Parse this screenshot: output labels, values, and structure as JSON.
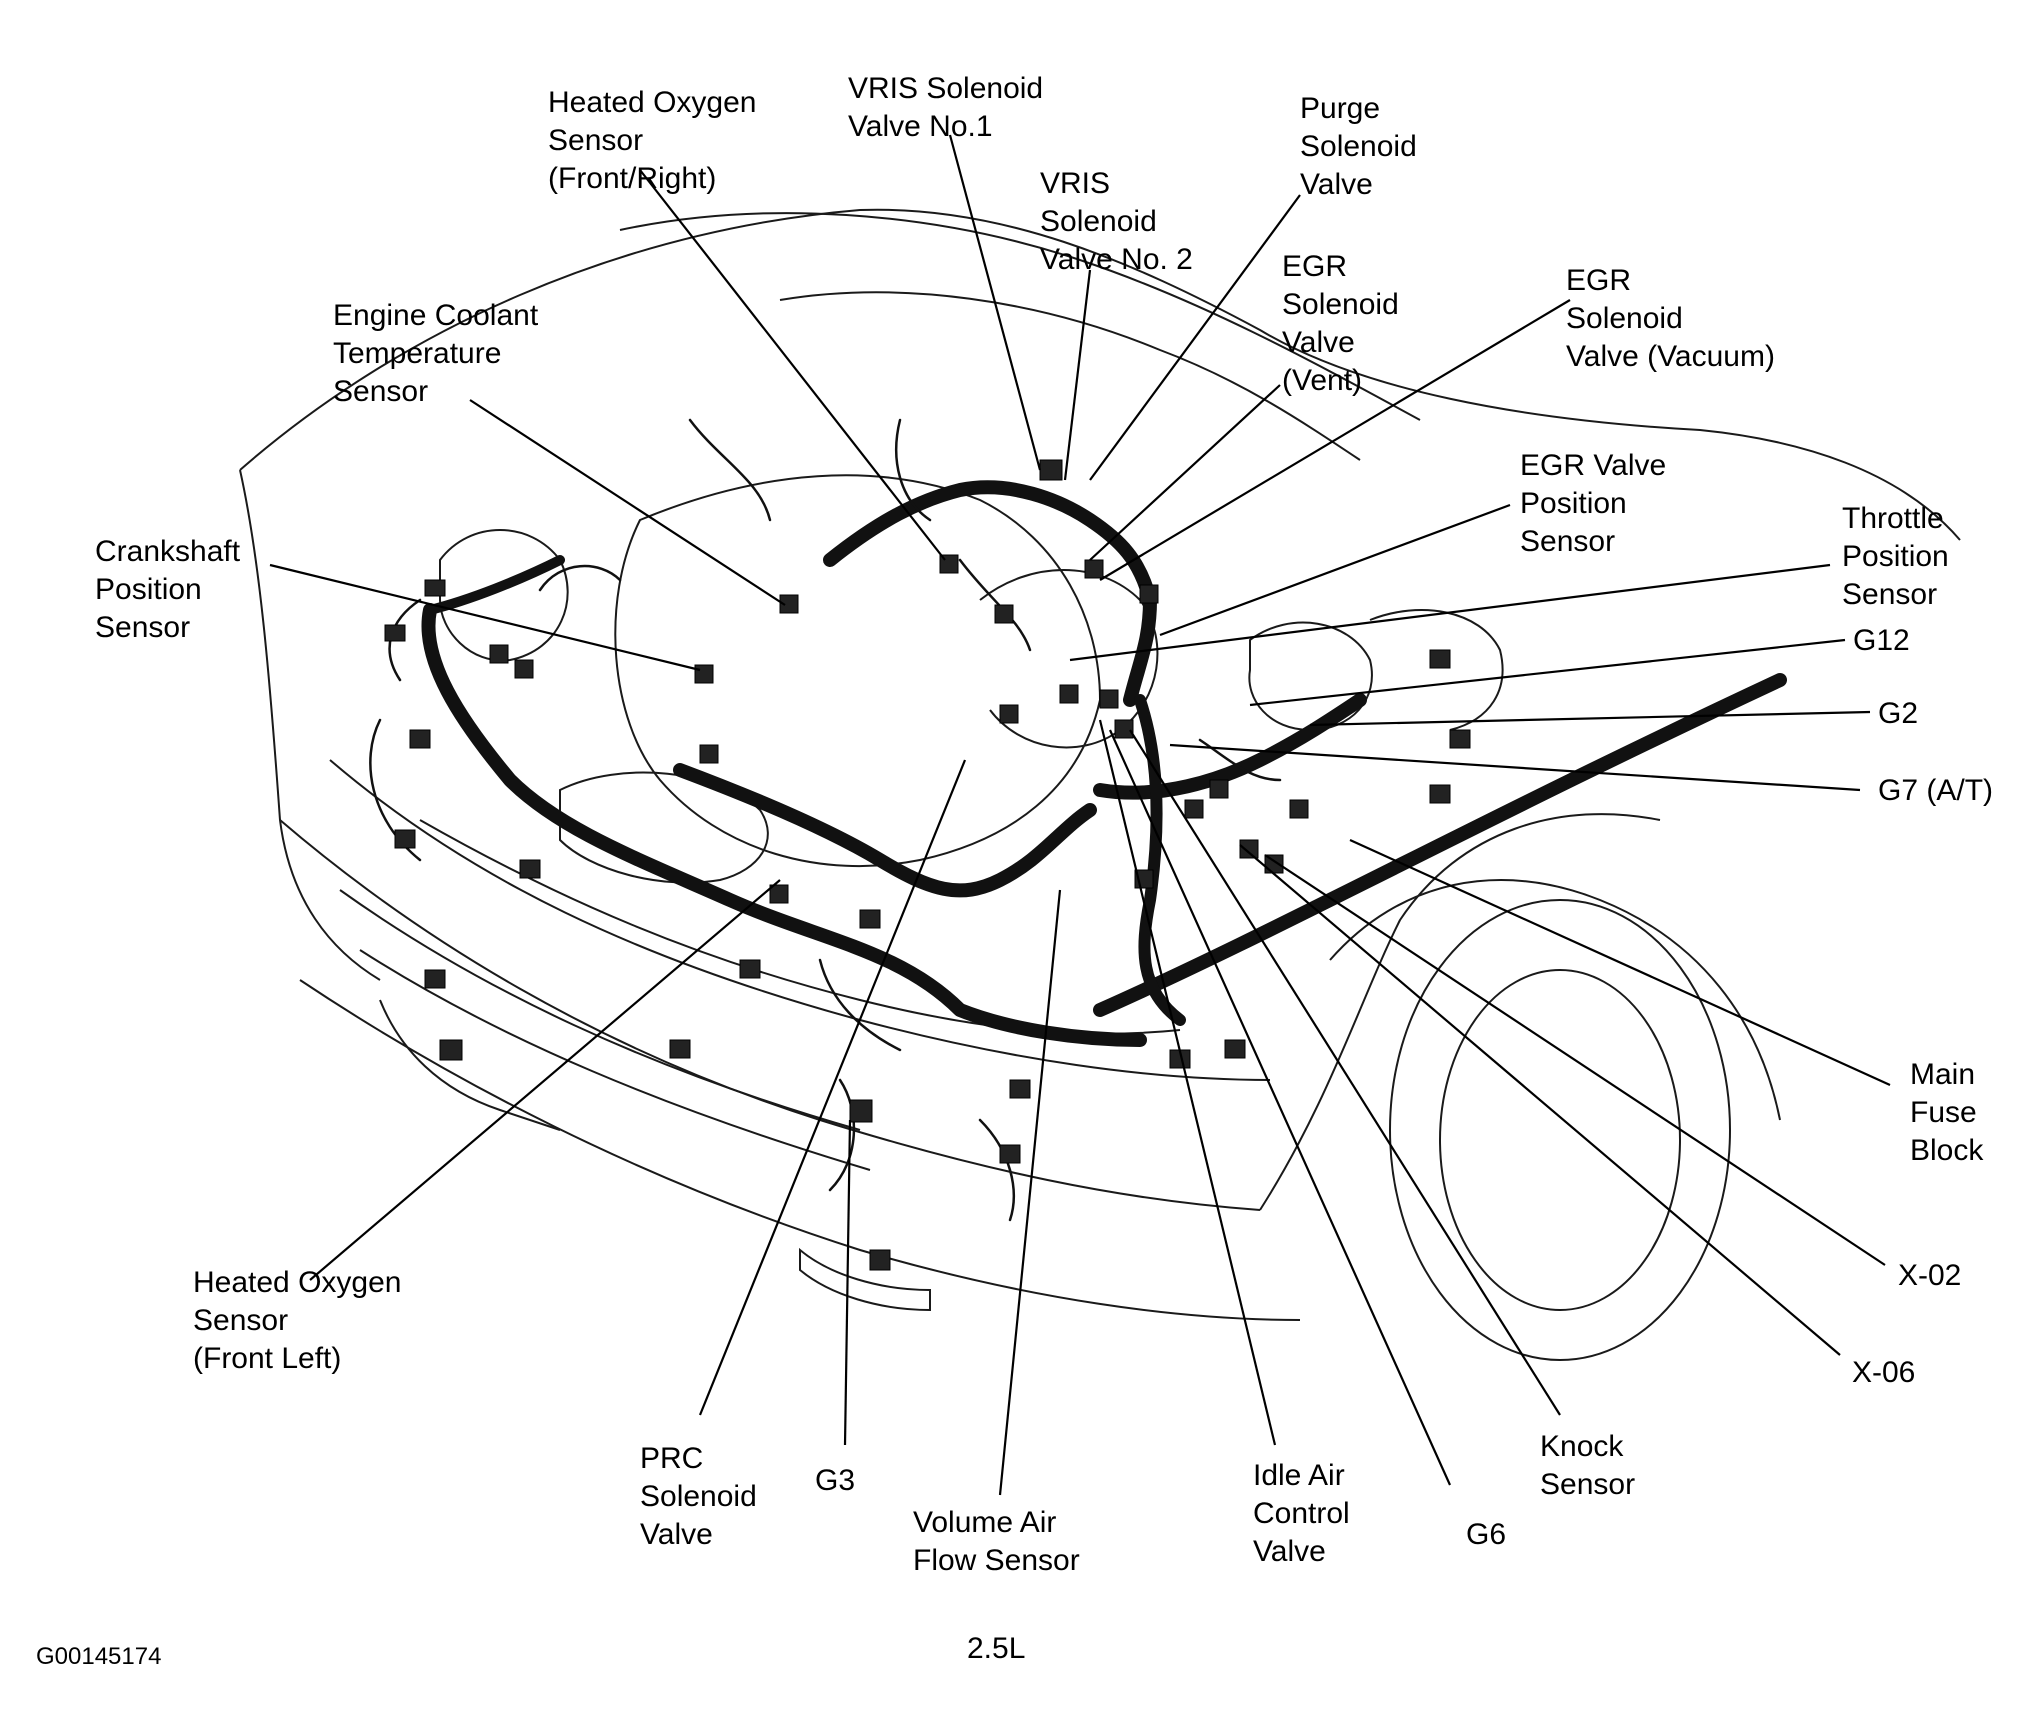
{
  "labels": {
    "heated_o2_front_right": [
      "Heated Oxygen",
      "Sensor",
      "(Front/Right)"
    ],
    "vris_no1": [
      "VRIS Solenoid",
      "Valve No.1"
    ],
    "vris_no2": [
      "VRIS",
      "Solenoid",
      "Valve No. 2"
    ],
    "purge": [
      "Purge",
      "Solenoid",
      "Valve"
    ],
    "egr_vent": [
      "EGR",
      "Solenoid",
      "Valve",
      "(Vent)"
    ],
    "egr_vacuum": [
      "EGR",
      "Solenoid",
      "Valve (Vacuum)"
    ],
    "engine_coolant": [
      "Engine Coolant",
      "Temperature",
      "Sensor"
    ],
    "egr_valve_position": [
      "EGR Valve",
      "Position",
      "Sensor"
    ],
    "crankshaft": [
      "Crankshaft",
      "Position",
      "Sensor"
    ],
    "throttle": [
      "Throttle",
      "Position",
      "Sensor"
    ],
    "g12": [
      "G12"
    ],
    "g2": [
      "G2"
    ],
    "g7": [
      "G7 (A/T)"
    ],
    "main_fuse": [
      "Main",
      "Fuse",
      "Block"
    ],
    "x02": [
      "X-02"
    ],
    "x06": [
      "X-06"
    ],
    "heated_o2_front_left": [
      "Heated Oxygen",
      "Sensor",
      "(Front Left)"
    ],
    "prc": [
      "PRC",
      "Solenoid",
      "Valve"
    ],
    "g3": [
      "G3"
    ],
    "vaf": [
      "Volume Air",
      "Flow Sensor"
    ],
    "iac": [
      "Idle Air",
      "Control",
      "Valve"
    ],
    "g6": [
      "G6"
    ],
    "knock": [
      "Knock",
      "Sensor"
    ]
  },
  "footer": {
    "figure_id": "G00145174",
    "engine": "2.5L"
  }
}
